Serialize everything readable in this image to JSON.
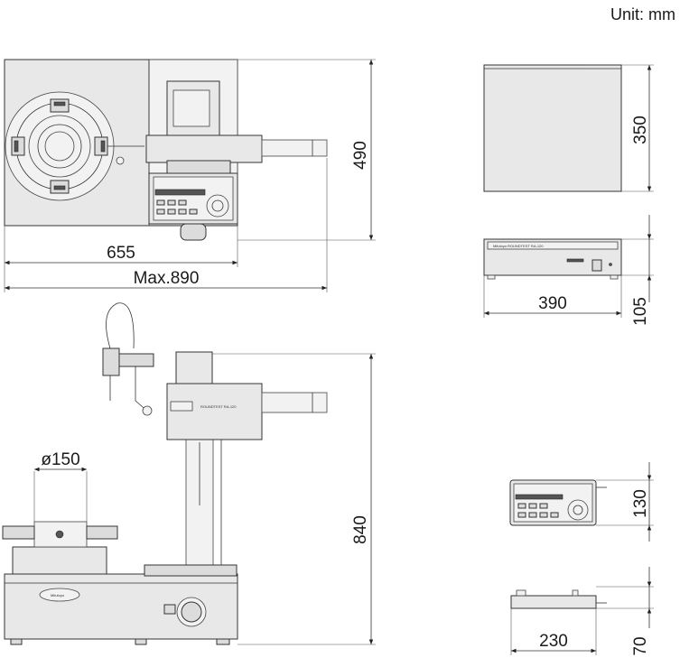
{
  "unit_label": "Unit: mm",
  "dimensions": {
    "top_width": "655",
    "top_max_width": "Max.890",
    "top_depth": "490",
    "side_height": "840",
    "table_diameter": "ø150",
    "unit_top_depth": "350",
    "unit_front_width": "390",
    "unit_front_height": "105",
    "remote_height": "130",
    "remote_depth": "230",
    "remote_side_height": "70"
  },
  "product_labels": {
    "brand": "Mitutoyo",
    "model": "ROUNDTEST RA-120"
  }
}
